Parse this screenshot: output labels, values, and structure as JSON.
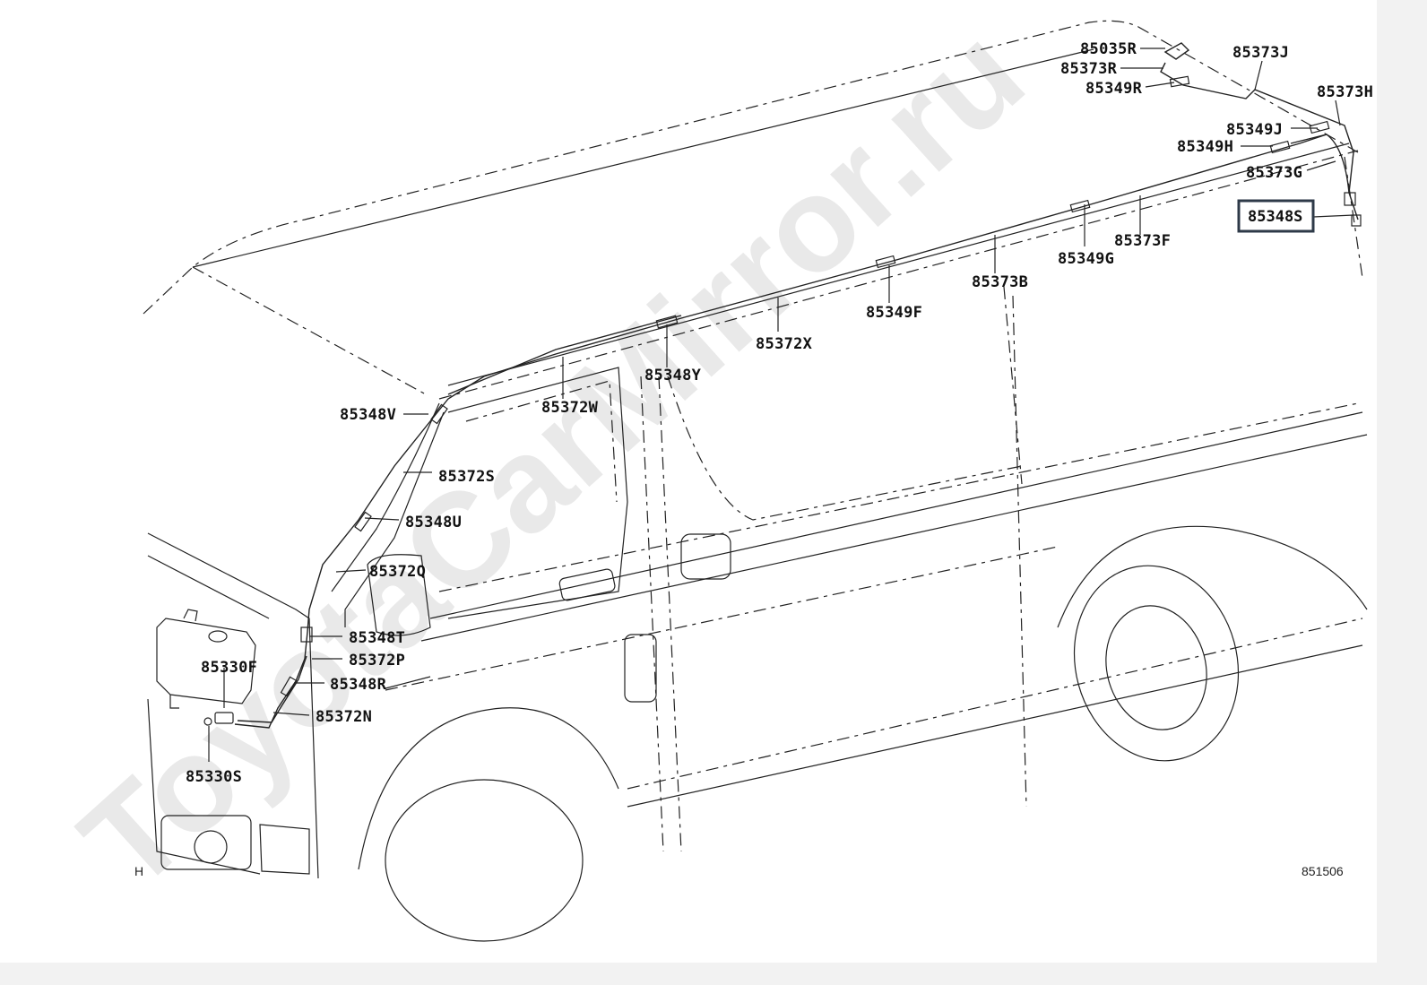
{
  "diagram": {
    "watermark": "ToyotaCarMirror.ru",
    "figure_code": "851506",
    "view_marker": "H",
    "highlighted_part": "85348S",
    "parts": {
      "p85035R": "85035R",
      "p85373R": "85373R",
      "p85349R": "85349R",
      "p85373J": "85373J",
      "p85373H": "85373H",
      "p85349J": "85349J",
      "p85349H": "85349H",
      "p85373G": "85373G",
      "p85348S": "85348S",
      "p85373F": "85373F",
      "p85349G": "85349G",
      "p85373B": "85373B",
      "p85349F": "85349F",
      "p85372X": "85372X",
      "p85348Y": "85348Y",
      "p85372W": "85372W",
      "p85348V": "85348V",
      "p85372S": "85372S",
      "p85348U": "85348U",
      "p85372Q": "85372Q",
      "p85348T": "85348T",
      "p85330F": "85330F",
      "p85372P": "85372P",
      "p85348R": "85348R",
      "p85372N": "85372N",
      "p85330S": "85330S"
    }
  }
}
